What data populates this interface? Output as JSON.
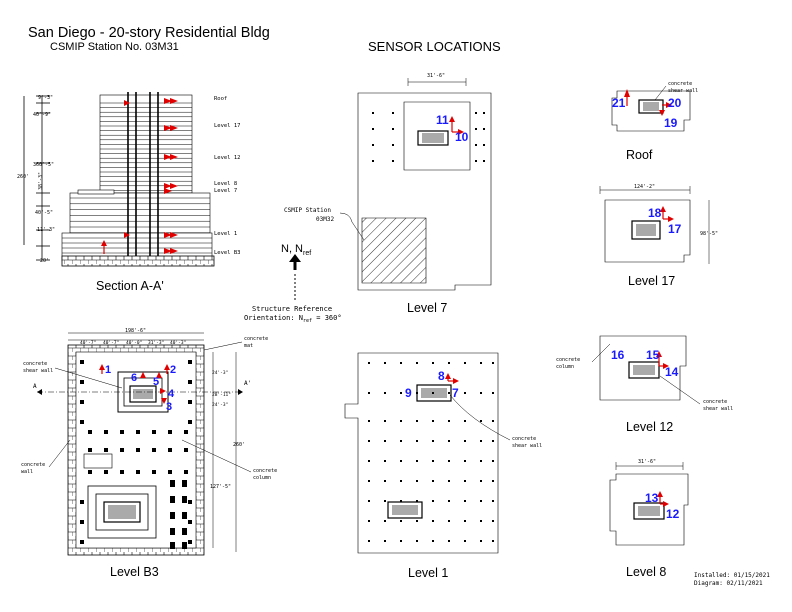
{
  "header": {
    "title": "San Diego - 20-story Residential Bldg",
    "station": "CSMIP Station No. 03M31",
    "section_heading": "SENSOR LOCATIONS"
  },
  "section_view": {
    "caption": "Section A-A'",
    "levels": [
      "Roof",
      "Level 17",
      "Level 12",
      "Level 8",
      "Level 7",
      "Level 1",
      "Level B3"
    ],
    "dims": [
      "9'-3\"",
      "40'-9\"",
      "360'-5\"",
      "260'",
      "38'-3\"",
      "40'-5\"",
      "11'-3\"",
      "20'"
    ]
  },
  "orientation": {
    "north": "N, N",
    "north_sub": "ref",
    "ref_line1": "Structure Reference",
    "ref_line2": "Orientation: N",
    "ref_sub": "ref",
    "ref_value": " = 360°"
  },
  "plans": {
    "level7": {
      "caption": "Level 7",
      "dim": "31'-6\"",
      "station_label1": "CSMIP Station",
      "station_label2": "03M32",
      "sensors": [
        "11",
        "10"
      ]
    },
    "roof": {
      "caption": "Roof",
      "note1": "concrete",
      "note2": "shear wall",
      "sensors": [
        "21",
        "20",
        "19"
      ]
    },
    "level17": {
      "caption": "Level 17",
      "dim_top": "124'-2\"",
      "dim_side": "98'-5\"",
      "sensors": [
        "18",
        "17"
      ]
    },
    "level12": {
      "caption": "Level 12",
      "note_col1": "concrete",
      "note_col2": "column",
      "note_wall1": "concrete",
      "note_wall2": "shear wall",
      "sensors": [
        "16",
        "15",
        "14"
      ]
    },
    "level1": {
      "caption": "Level 1",
      "note1": "concrete",
      "note2": "shear wall",
      "sensors": [
        "8",
        "9",
        "7"
      ]
    },
    "level8": {
      "caption": "Level 8",
      "dim": "31'-6\"",
      "sensors": [
        "13",
        "12"
      ]
    },
    "levelb3": {
      "caption": "Level B3",
      "dim_top": "198'-6\"",
      "dim_bays": [
        "40'-7\"",
        "40'-7\"",
        "40'-0\"",
        "31'-3\"",
        "40'-3\""
      ],
      "dim_side": [
        "24'-3\"",
        "28'-11\"",
        "24'-3\"",
        "260'",
        "127'-5\""
      ],
      "section_mark": "A",
      "section_mark2": "A'",
      "note_wall1": "concrete",
      "note_wall2": "shear wall",
      "note_mat1": "concrete",
      "note_mat2": "mat",
      "note_cwall1": "concrete",
      "note_cwall2": "wall",
      "note_col1": "concrete",
      "note_col2": "column",
      "sensors": [
        "1",
        "2",
        "6",
        "5",
        "4",
        "3"
      ]
    }
  },
  "footer": {
    "installed": "Installed: 01/15/2021",
    "diagram": "Diagram: 02/11/2021"
  },
  "colors": {
    "sensor_arrow": "#e00000",
    "sensor_label": "#1a1aff"
  }
}
